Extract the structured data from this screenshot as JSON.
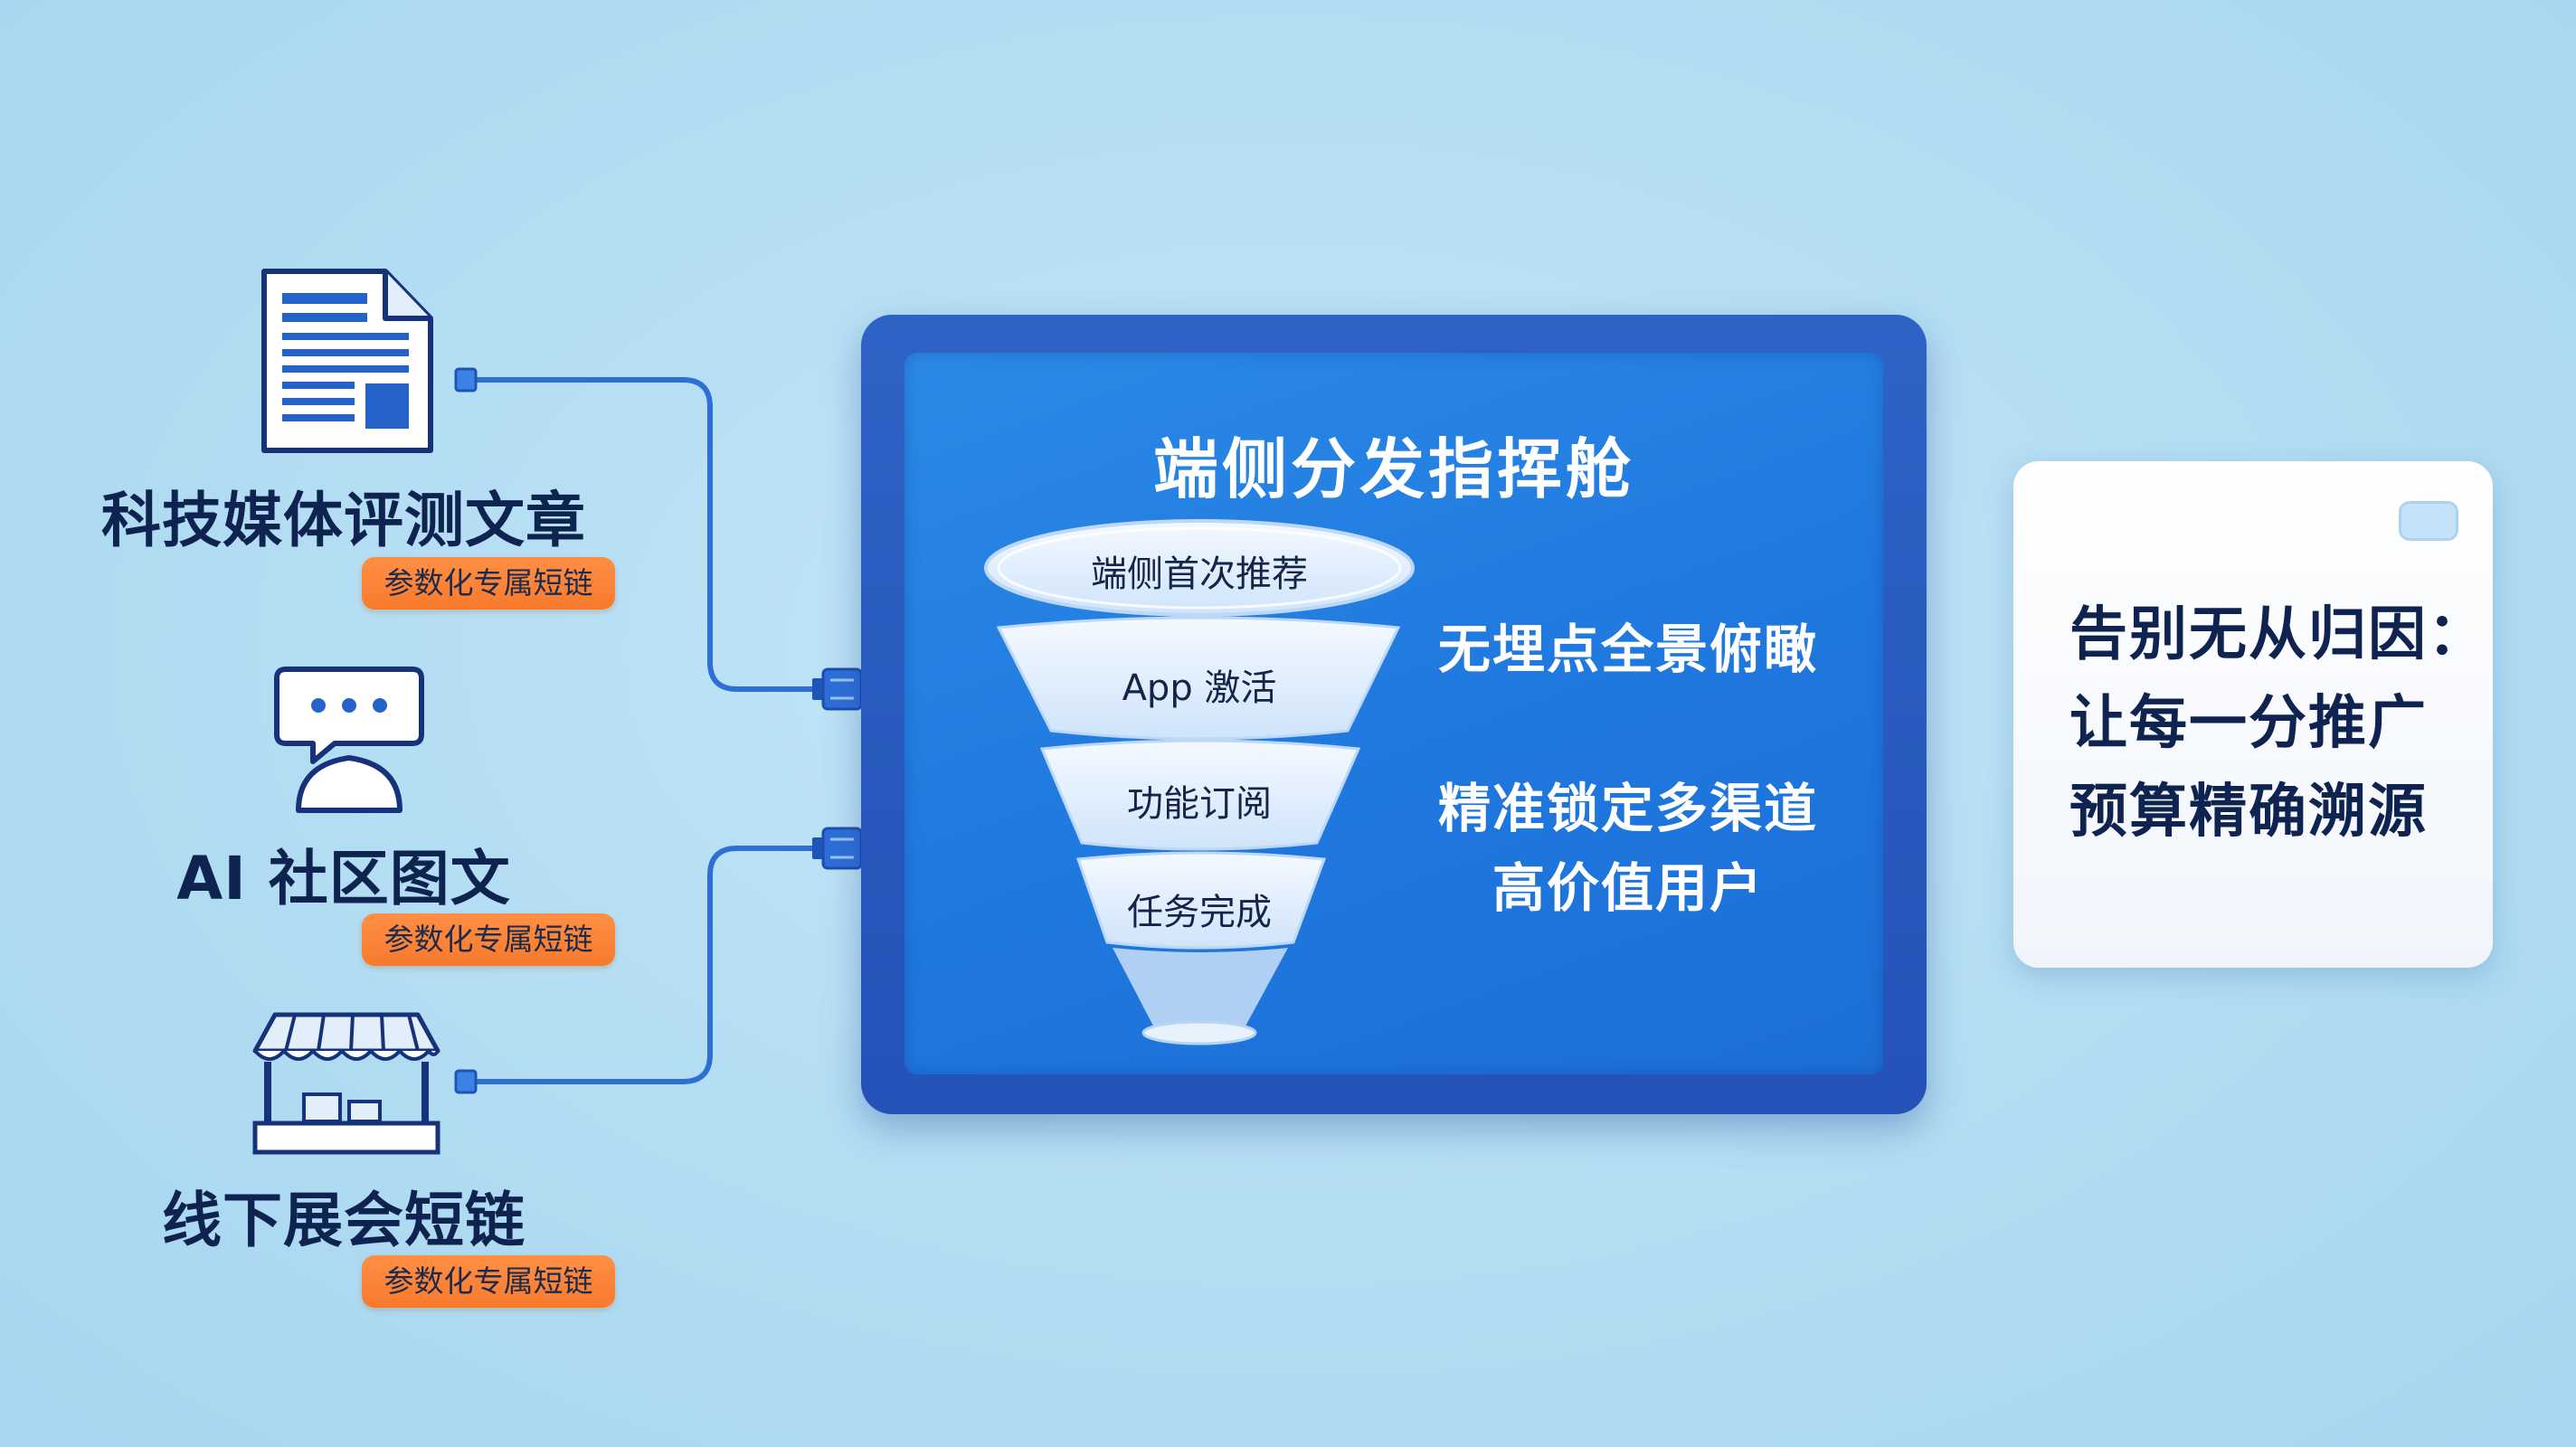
{
  "sources": [
    {
      "title": "科技媒体评测文章",
      "badge": "参数化专属短链",
      "icon": "document-icon"
    },
    {
      "title": "AI 社区图文",
      "badge": "参数化专属短链",
      "icon": "chat-user-icon"
    },
    {
      "title": "线下展会短链",
      "badge": "参数化专属短链",
      "icon": "booth-icon"
    }
  ],
  "dashboard": {
    "title": "端侧分发指挥舱",
    "funnel_stages": [
      "端侧首次推荐",
      "App 激活",
      "功能订阅",
      "任务完成"
    ],
    "highlights": [
      {
        "line1": "无埋点全景俯瞰"
      },
      {
        "line1": "精准锁定多渠道",
        "line2": "高价值用户"
      }
    ]
  },
  "slogan": {
    "line1": "告别无从归因：",
    "line2": "让每一分推广",
    "line3": "预算精确溯源"
  },
  "colors": {
    "background": "#b2ddf3",
    "dashboard_frame": "#2755bb",
    "dashboard_screen": "#1f78de",
    "badge": "#f77a2c",
    "connector": "#2d6fd6",
    "text_dark": "#0f2350"
  }
}
